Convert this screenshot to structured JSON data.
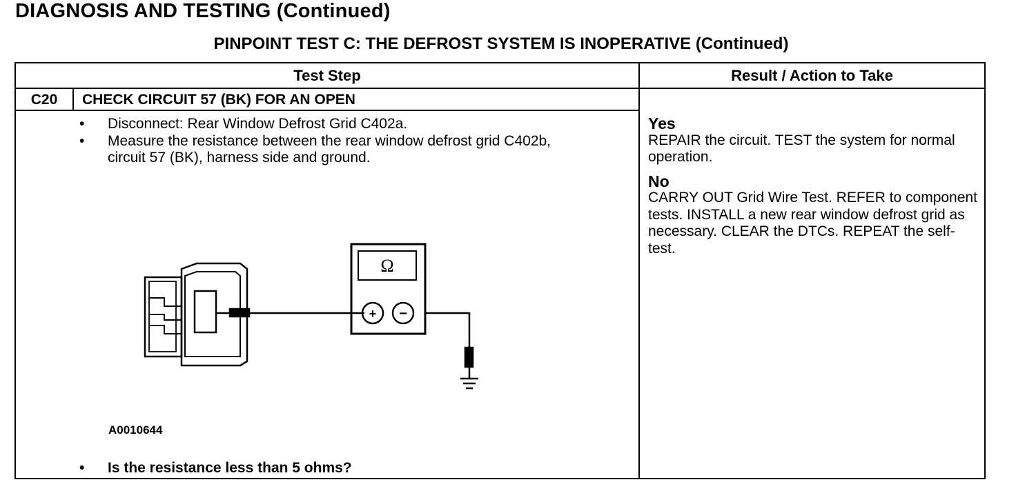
{
  "header": {
    "title": "DIAGNOSIS AND TESTING (Continued)",
    "subtitle": "PINPOINT TEST  C: THE DEFROST SYSTEM IS INOPERATIVE (Continued)"
  },
  "table": {
    "col_test_step": "Test Step",
    "col_result": "Result / Action to Take",
    "step_id": "C20",
    "step_title": "CHECK CIRCUIT 57 (BK) FOR AN OPEN",
    "bullet_char": "•",
    "bullets": [
      "Disconnect: Rear Window Defrost Grid C402a.",
      "Measure the resistance between the rear window defrost grid C402b, circuit 57 (BK), harness side and ground."
    ],
    "figure_code": "A0010644",
    "question": "Is the resistance less than 5 ohms?"
  },
  "results": {
    "yes_label": "Yes",
    "yes_text": "REPAIR the circuit. TEST the system for normal operation.",
    "no_label": "No",
    "no_text": "CARRY OUT Grid Wire Test. REFER to component tests. INSTALL a new rear window defrost grid as necessary. CLEAR the DTCs. REPEAT the self-test."
  },
  "meter": {
    "symbol": "Ω",
    "plus": "+",
    "minus": "−"
  }
}
